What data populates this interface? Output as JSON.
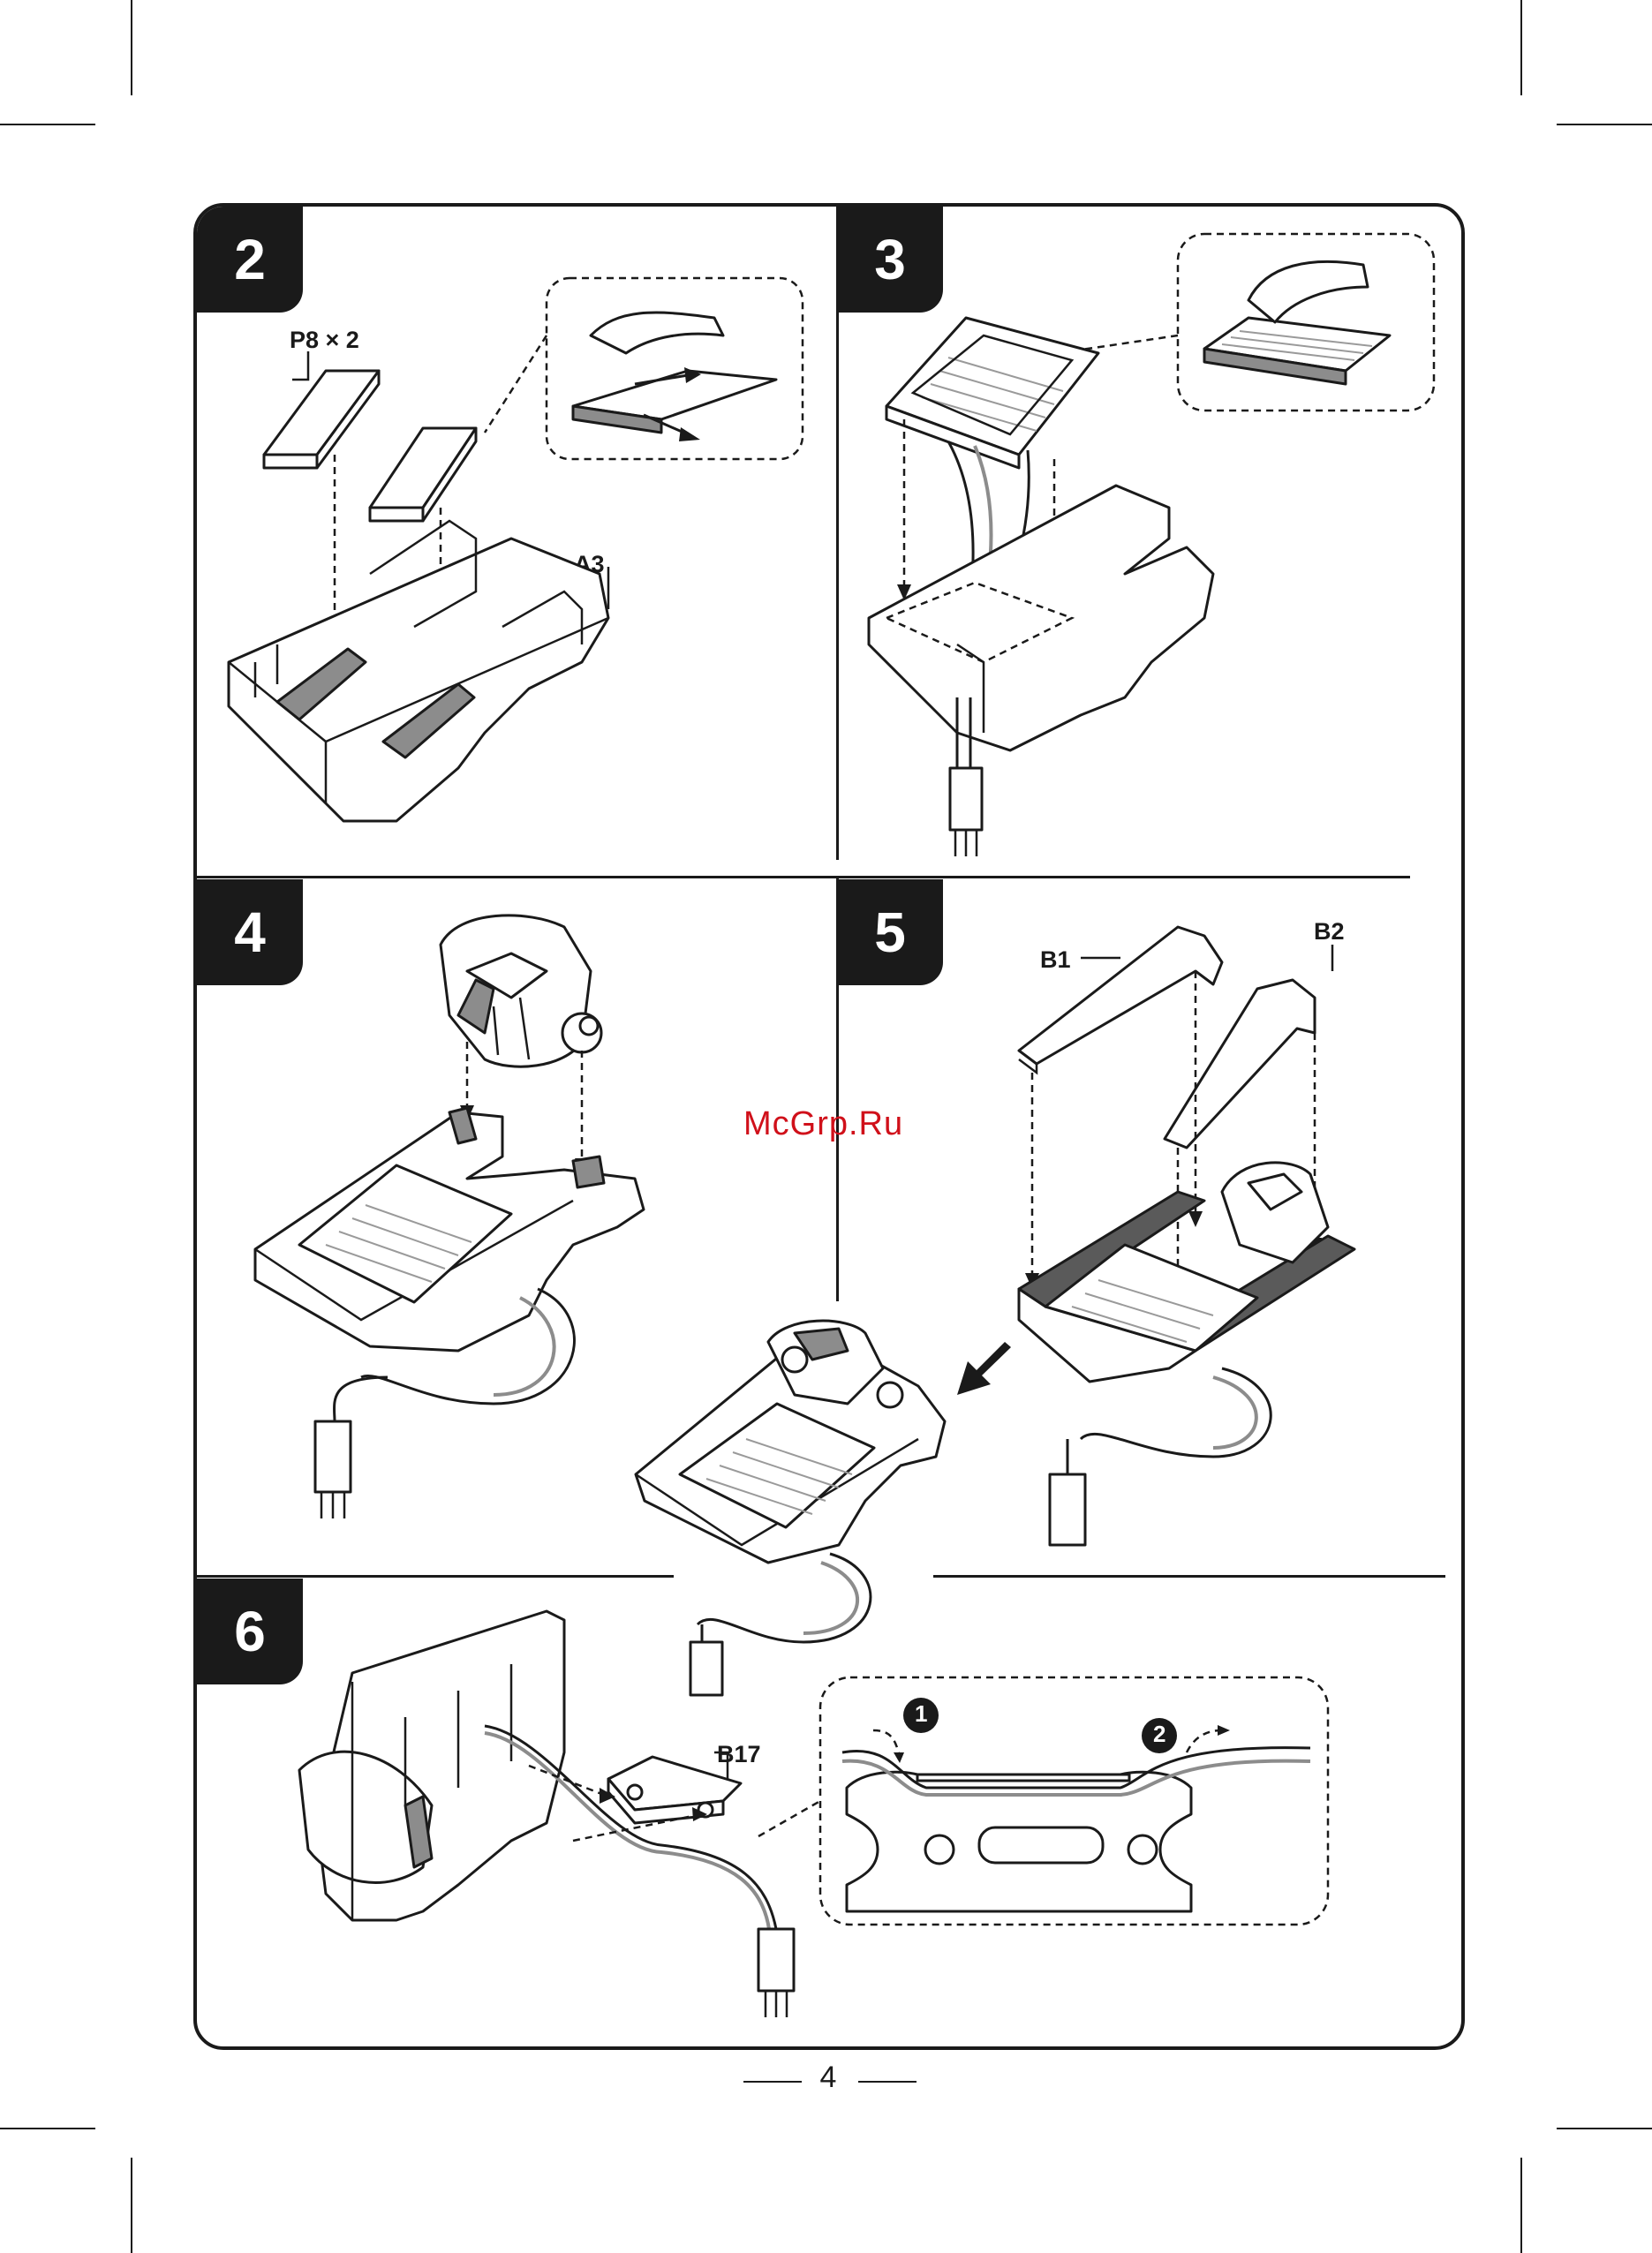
{
  "steps": [
    {
      "number": "2",
      "labels": [
        "P8 × 2",
        "A3"
      ]
    },
    {
      "number": "3",
      "labels": []
    },
    {
      "number": "4",
      "labels": []
    },
    {
      "number": "5",
      "labels": [
        "B1",
        "B2"
      ]
    },
    {
      "number": "6",
      "labels": [
        "B17"
      ]
    }
  ],
  "detail_markers": [
    "1",
    "2"
  ],
  "watermark": "McGrp.Ru",
  "page_number": "4",
  "colors": {
    "ink": "#1a1a1a",
    "part_gray": "#8c8c8c",
    "watermark": "#d0101a"
  }
}
